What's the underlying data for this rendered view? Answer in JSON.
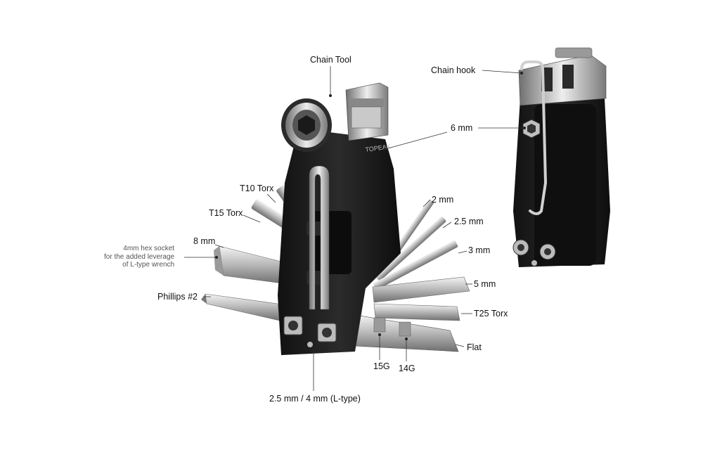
{
  "labels": {
    "chain_tool": "Chain Tool",
    "chain_hook": "Chain hook",
    "six_mm": "6 mm",
    "t10": "T10 Torx",
    "t15": "T15 Torx",
    "eight_mm": "8 mm",
    "note": [
      "4mm hex socket",
      "for the added leverage",
      "of L-type wrench"
    ],
    "phillips": "Phillips #2",
    "two_mm": "2 mm",
    "two_five_mm": "2.5 mm",
    "three_mm": "3 mm",
    "five_mm": "5 mm",
    "t25": "T25 Torx",
    "flat": "Flat",
    "g15": "15G",
    "g14": "14G",
    "l_type": "2.5 mm / 4 mm (L-type)"
  },
  "brand": "TOPEAK",
  "colors": {
    "body_black": "#1e1e1e",
    "steel": "#c8c8c8",
    "steel_dark": "#8a8a8a",
    "label": "#111111"
  }
}
